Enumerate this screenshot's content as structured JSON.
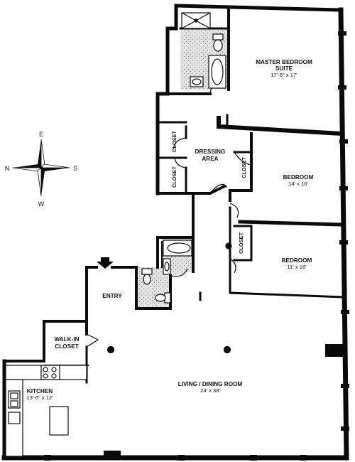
{
  "colors": {
    "wall": "#0a0a0a",
    "tile": "#d9d9d9",
    "paper": "#ffffff"
  },
  "rooms": {
    "master_bedroom": {
      "name_line1": "MASTER BEDROOM",
      "name_line2": "SUITE",
      "dims": "17'-6\" x 17'"
    },
    "dressing_area": {
      "name_line1": "DRESSING",
      "name_line2": "AREA"
    },
    "bedroom_1": {
      "name": "BEDROOM",
      "dims": "14' x 16'"
    },
    "bedroom_2": {
      "name": "BEDROOM",
      "dims": "11' x 16'"
    },
    "entry": {
      "name": "ENTRY"
    },
    "walk_in_closet": {
      "name_line1": "WALK-IN",
      "name_line2": "CLOSET"
    },
    "living_dining": {
      "name": "LIVING / DINING ROOM",
      "dims": "24' x 38'"
    },
    "kitchen": {
      "name": "KITCHEN",
      "dims": "13'-6\" x 12'"
    }
  },
  "closets": {
    "dressing_top": "CLOSET",
    "dressing_bottom": "CLOSET",
    "bedroom_1": "CLOSET",
    "bedroom_2": "CLOSET"
  },
  "compass": {
    "north": "N",
    "south": "S",
    "east": "E",
    "west": "W"
  },
  "icons": {
    "compass": "compass-rose-icon",
    "entry": "entry-arrow-icon",
    "column": "column-icon",
    "bathtub": "bathtub-icon",
    "toilet": "toilet-icon",
    "sink": "sink-icon",
    "shower": "shower-icon",
    "stove": "stove-icon"
  }
}
